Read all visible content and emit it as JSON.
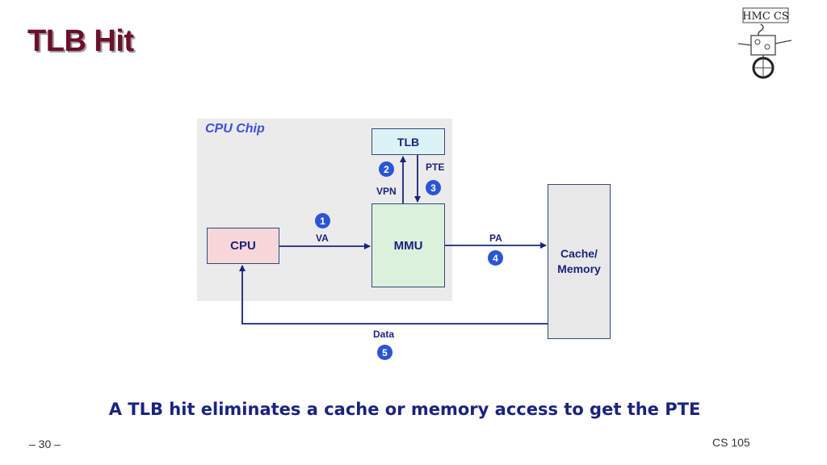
{
  "title": "TLB Hit",
  "diagram": {
    "chip_label": "CPU Chip",
    "boxes": {
      "tlb": "TLB",
      "mmu": "MMU",
      "cpu": "CPU",
      "memory_line1": "Cache/",
      "memory_line2": "Memory"
    },
    "labels": {
      "vpn": "VPN",
      "pte": "PTE",
      "va": "VA",
      "pa": "PA",
      "data": "Data"
    },
    "steps": [
      "1",
      "2",
      "3",
      "4",
      "5"
    ]
  },
  "caption": "A TLB hit eliminates a cache or memory access to get the PTE",
  "footer": {
    "page": "– 30 –",
    "course": "CS 105"
  },
  "logo": {
    "text": "HMC CS"
  },
  "colors": {
    "title": "#6b0f2a",
    "arrow": "#1a237e",
    "step_badge": "#2a55d4",
    "chip_bg": "#ebebeb"
  }
}
